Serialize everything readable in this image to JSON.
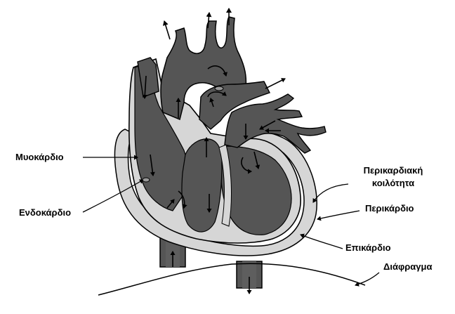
{
  "labels": {
    "myocardium": "Μυοκάρδιο",
    "endocardium": "Ενδοκάρδιο",
    "pericardial_cavity_line1": "Περικαρδιακή",
    "pericardial_cavity_line2": "κοιλότητα",
    "pericardium": "Περικάρδιο",
    "epicardium": "Επικάρδιο",
    "diaphragm": "Διάφραγμα"
  },
  "colors": {
    "chamber_fill": "#555555",
    "wall_fill": "#d6d6d6",
    "outline": "#000000",
    "background": "#ffffff"
  }
}
